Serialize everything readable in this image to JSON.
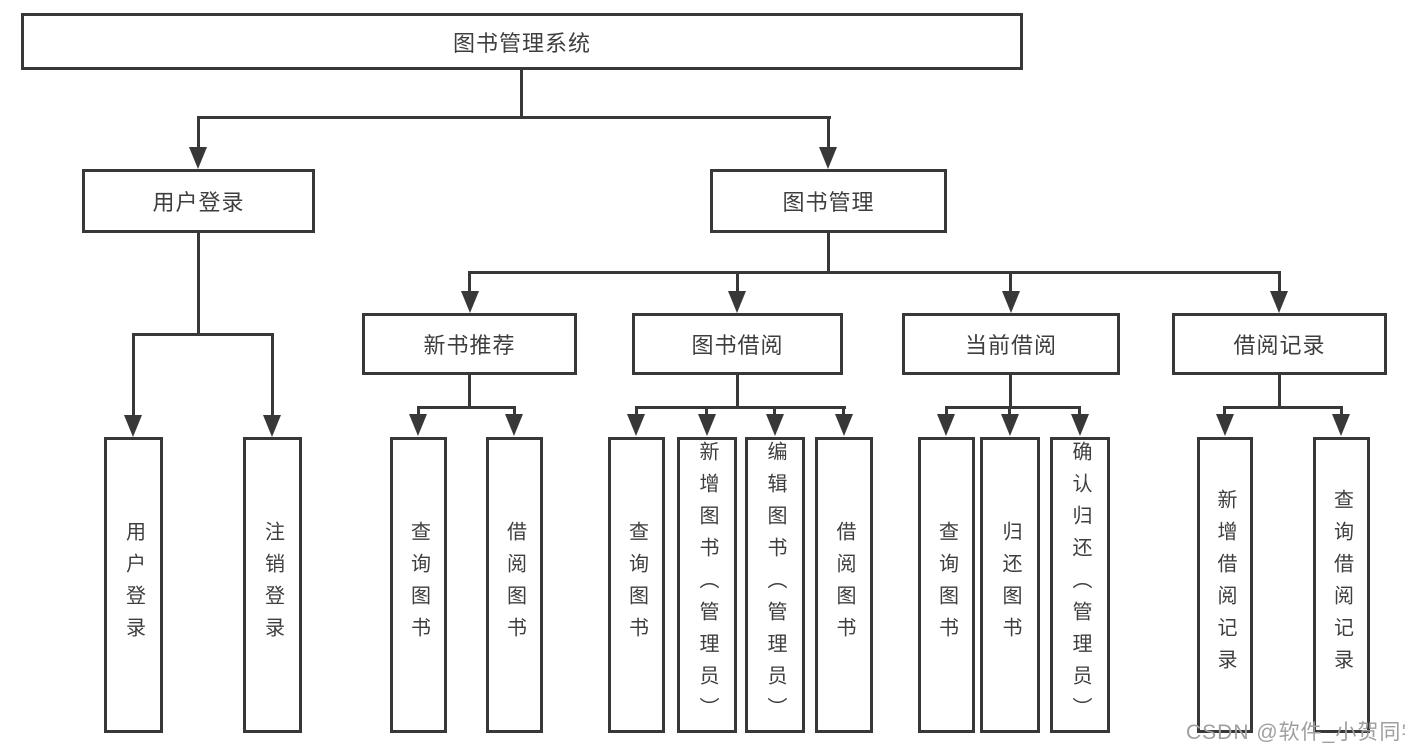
{
  "diagram": {
    "title_node": {
      "label": "图书管理系统"
    },
    "level2": {
      "user_login": {
        "label": "用户登录"
      },
      "book_mgmt": {
        "label": "图书管理"
      }
    },
    "level3": {
      "new_books": {
        "label": "新书推荐"
      },
      "book_borrow": {
        "label": "图书借阅"
      },
      "current_borrow": {
        "label": "当前借阅"
      },
      "borrow_records": {
        "label": "借阅记录"
      }
    },
    "leaves": {
      "user_login": [
        "用户登录",
        "注销登录"
      ],
      "new_books": [
        "查询图书",
        "借阅图书"
      ],
      "book_borrow": [
        "查询图书",
        "新增图书（管理员）",
        "编辑图书（管理员）",
        "借阅图书"
      ],
      "current_borrow": [
        "查询图书",
        "归还图书",
        "确认归还（管理员）"
      ],
      "borrow_records": [
        "新增借阅记录",
        "查询借阅记录"
      ]
    },
    "colors": {
      "line": "#383838",
      "text": "#3e3e3e",
      "background": "#ffffff",
      "watermark": "#9f9f9f"
    }
  },
  "watermark": {
    "text": "CSDN @软件_小贺同学"
  }
}
